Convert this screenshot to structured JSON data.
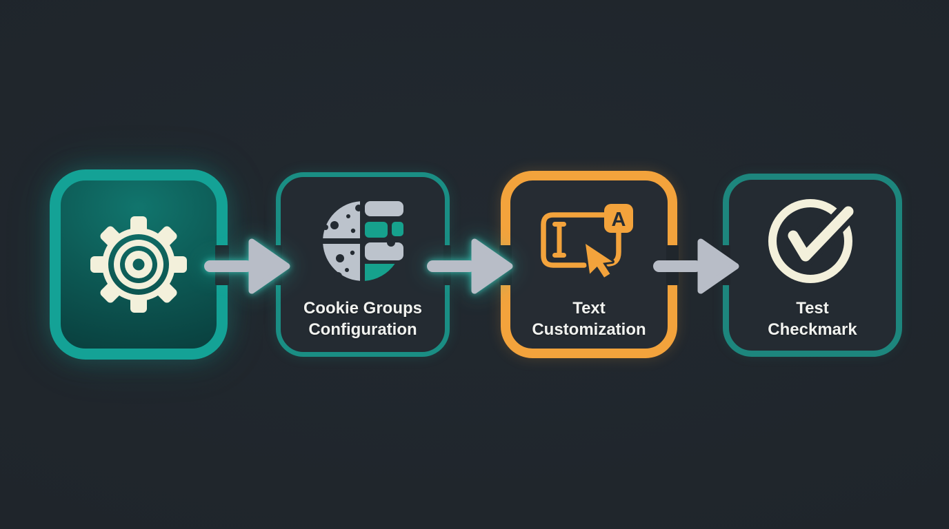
{
  "diagram": {
    "background_color": "#1f252b",
    "steps": [
      {
        "name": "settings",
        "icon": "gear-icon",
        "accent_color": "#14a296",
        "style": "filled-teal-gradient",
        "label_lines": []
      },
      {
        "name": "cookie-groups-configuration",
        "icon": "cookie-segments-icon",
        "accent_color": "#1a8e84",
        "label_lines": [
          "Cookie Groups",
          "Configuration"
        ]
      },
      {
        "name": "text-customization",
        "icon": "text-select-cursor-icon",
        "accent_color": "#f3a33c",
        "badge_letter": "A",
        "label_lines": [
          "Text",
          "Customization"
        ]
      },
      {
        "name": "test-checkmark",
        "icon": "check-circle-icon",
        "accent_color": "#1d867d",
        "label_lines": [
          "Test",
          "Checkmark"
        ]
      }
    ],
    "connectors": [
      {
        "icon": "arrow-right-icon",
        "color": "#b8bdc7",
        "glow": "teal"
      },
      {
        "icon": "arrow-right-icon",
        "color": "#b8bdc7",
        "glow": "teal"
      },
      {
        "icon": "arrow-right-icon",
        "color": "#b8bdc7",
        "glow": "none"
      }
    ],
    "palette": {
      "teal_bright": "#14a296",
      "teal": "#1a8e84",
      "orange": "#f3a33c",
      "cream": "#f3f0db",
      "arrow_gray": "#b8bdc7",
      "label_text": "#f1f2ef",
      "cookie_gray": "#bcc3cc",
      "cookie_teal": "#16a18d"
    }
  }
}
